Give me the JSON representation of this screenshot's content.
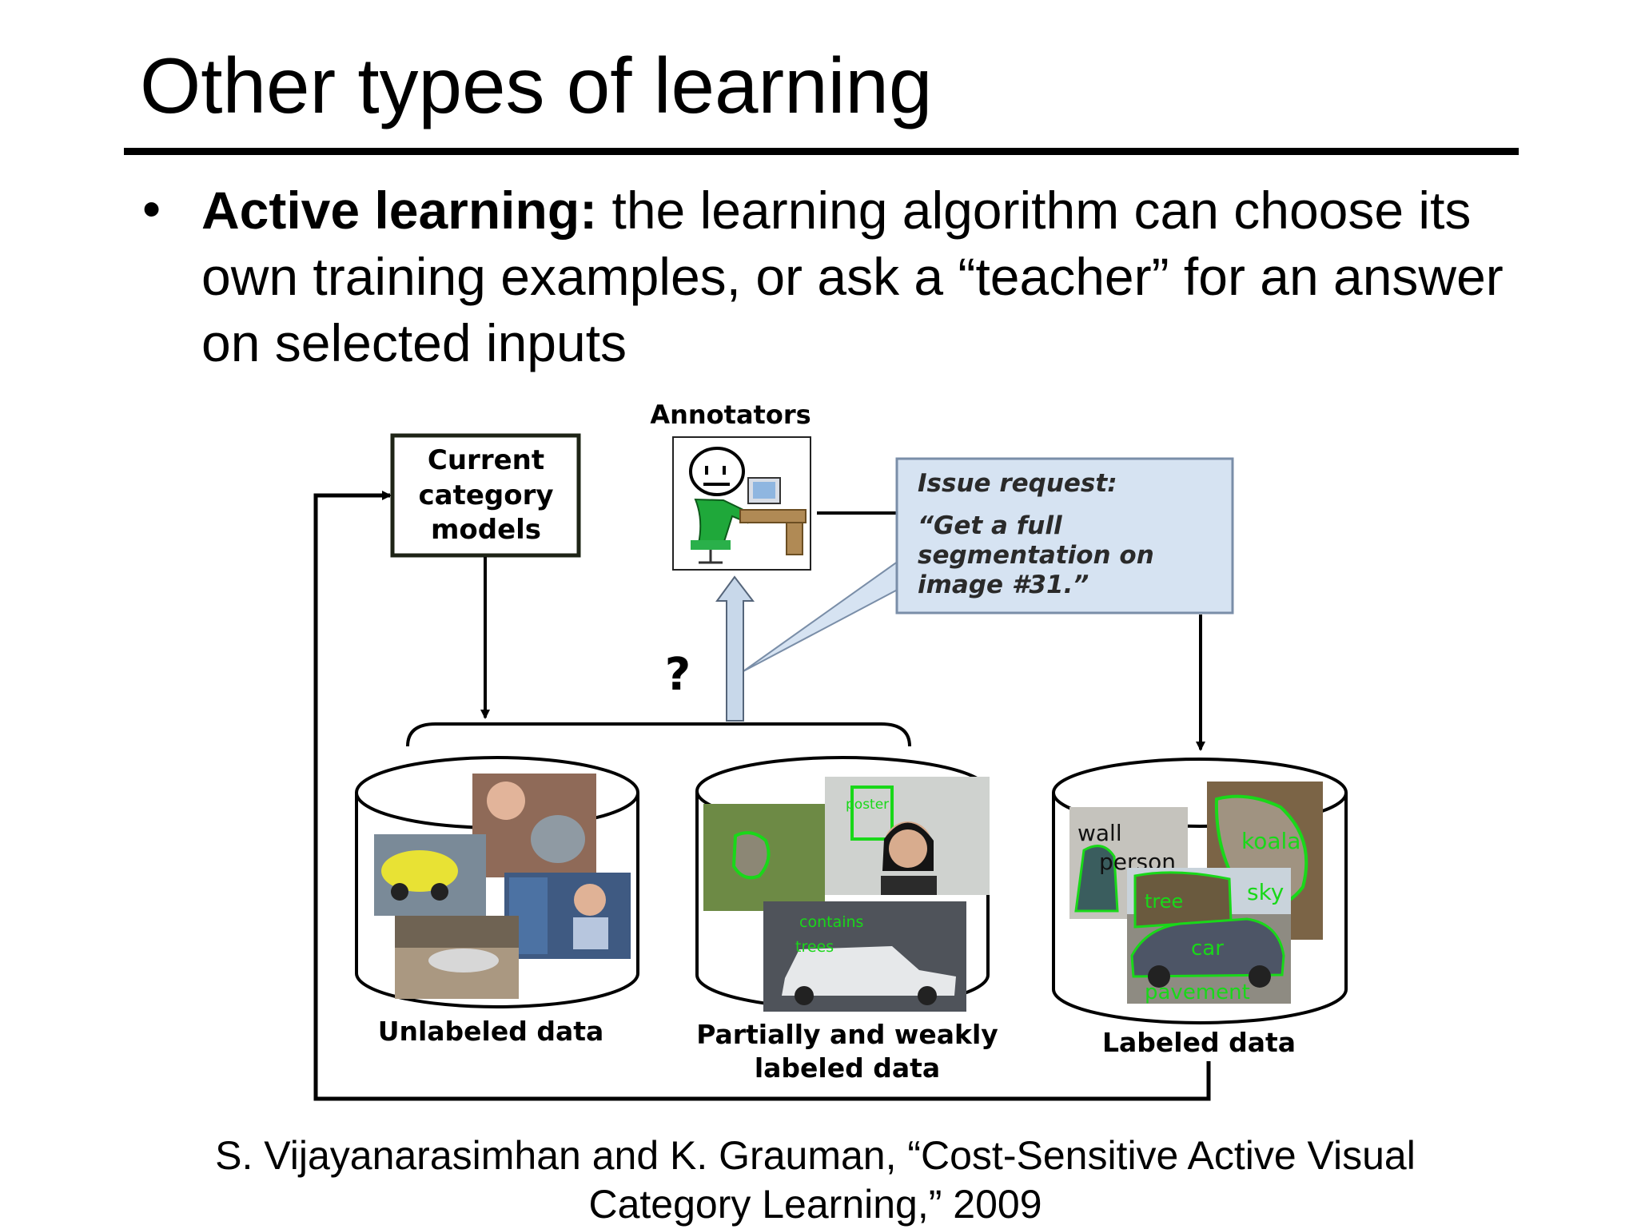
{
  "slide": {
    "title": "Other types of learning",
    "bullet": {
      "term": "Active learning:",
      "text": " the learning algorithm can choose its own training examples, or ask a “teacher” for an answer on selected inputs"
    },
    "citation_line1": "S. Vijayanarasimhan and K. Grauman, “Cost-Sensitive Active Visual",
    "citation_line2": "Category Learning,” 2009"
  },
  "diagram": {
    "models_box": [
      "Current",
      "category",
      "models"
    ],
    "annotators_label": "Annotators",
    "request_title": "Issue request:",
    "request_text": [
      "“Get a full",
      "segmentation on",
      "image #31.”"
    ],
    "question_mark": "?",
    "unlabeled_label": "Unlabeled data",
    "partial_label_line1": "Partially and weakly",
    "partial_label_line2": "labeled data",
    "labeled_label": "Labeled data",
    "partial_tags": [
      "poster",
      "contains",
      "trees"
    ],
    "labeled_tags": [
      "wall",
      "person",
      "koala",
      "sky",
      "tree",
      "car",
      "pavement"
    ],
    "colors": {
      "request_fill": "#d6e3f2",
      "request_arrow": "#c8d8ea",
      "annotation_green": "#19d819",
      "models_box_border": "#1e2416"
    }
  }
}
